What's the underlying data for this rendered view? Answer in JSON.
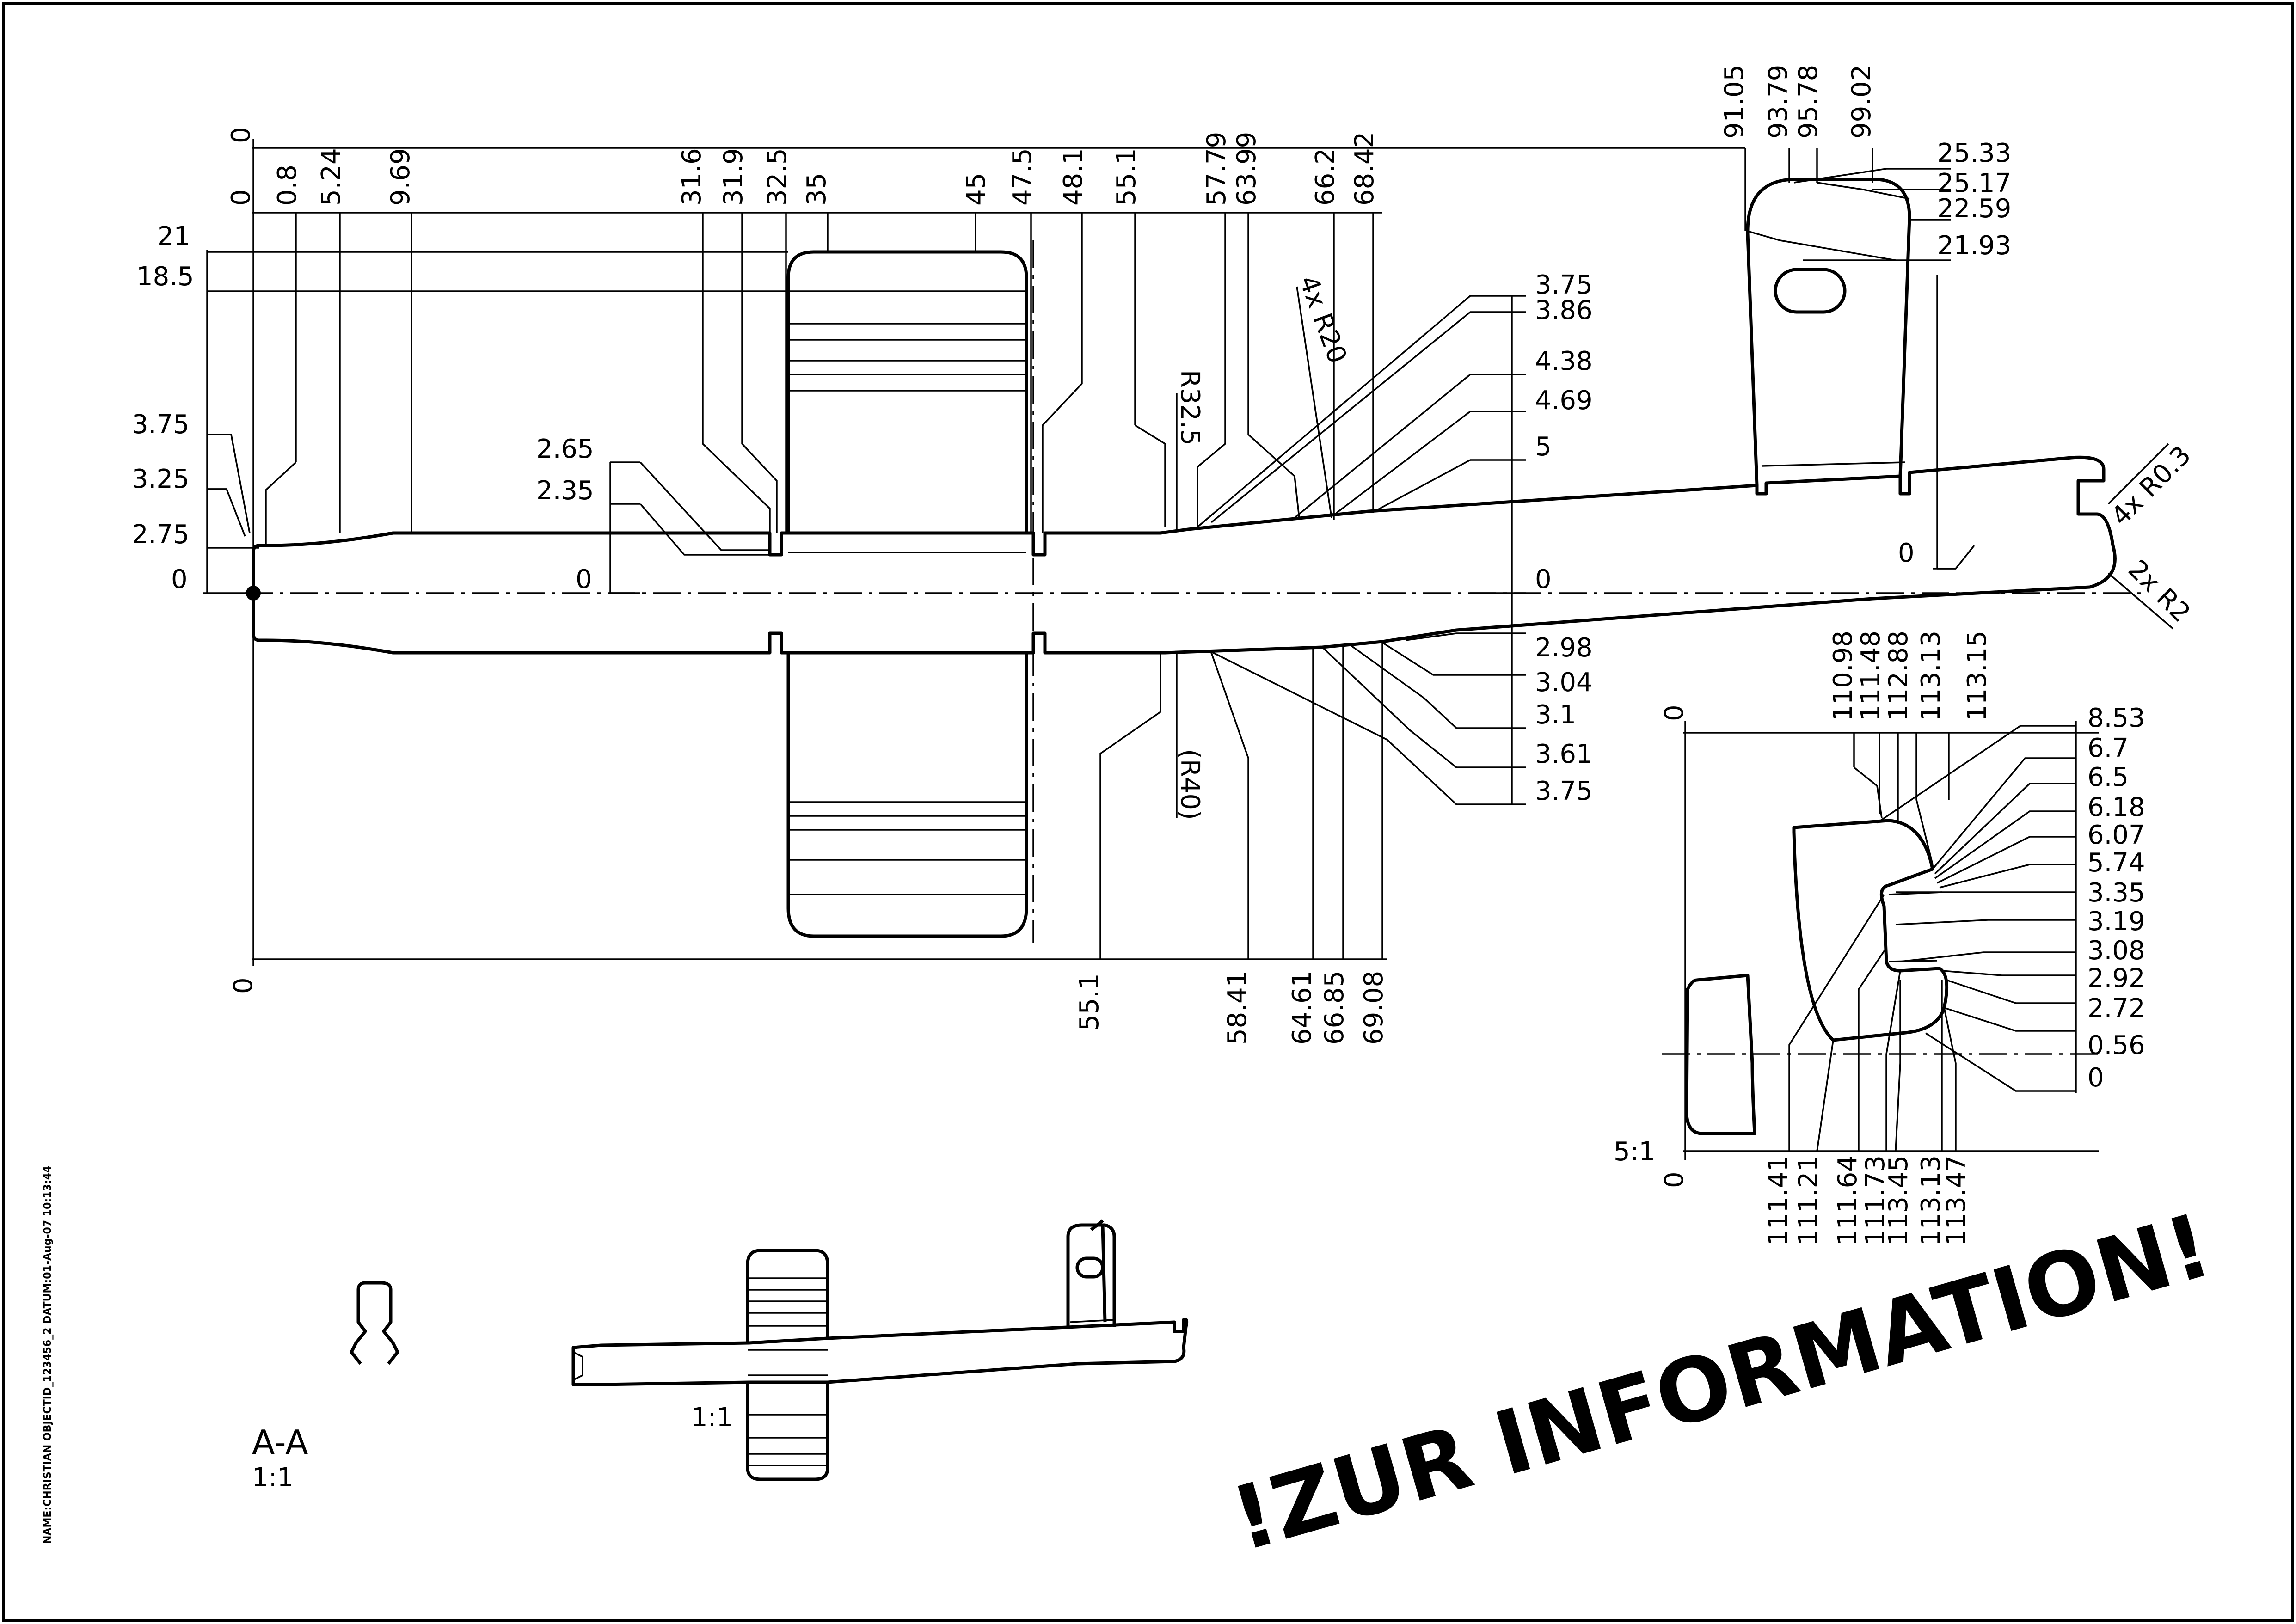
{
  "drawing": {
    "top_dims": [
      "0",
      "0.8",
      "5.24",
      "9.69",
      "31.6",
      "31.9",
      "32.5",
      "35",
      "45",
      "47.5",
      "48.1",
      "55.1",
      "57.79",
      "63.99",
      "66.2",
      "68.42",
      "91.05",
      "93.79",
      "95.78",
      "99.02"
    ],
    "top_origin": "0",
    "left_dims": [
      "21",
      "18.5",
      "3.75",
      "3.25",
      "2.75",
      "0"
    ],
    "inner_dims": [
      "2.65",
      "2.35",
      "0"
    ],
    "radius_labels": [
      "R32.5",
      "4x R20",
      "(R40)",
      "4x R0.3",
      "2x R2"
    ],
    "right_upper_dims": [
      "3.75",
      "3.86",
      "4.38",
      "4.69",
      "5",
      "0"
    ],
    "right_lower_dims": [
      "2.98",
      "3.04",
      "3.1",
      "3.61",
      "3.75"
    ],
    "tab_dims": [
      "25.33",
      "25.17",
      "22.59",
      "21.93",
      "0"
    ],
    "bottom_dims": [
      "0",
      "55.1",
      "58.41",
      "64.61",
      "66.85",
      "69.08"
    ],
    "detail": {
      "top_dims": [
        "0",
        "110.98",
        "111.48",
        "112.88",
        "113.13",
        "113.15"
      ],
      "right_dims": [
        "8.53",
        "6.7",
        "6.5",
        "6.18",
        "6.07",
        "5.74",
        "3.35",
        "3.19",
        "3.08",
        "2.92",
        "2.72",
        "0.56",
        "0"
      ],
      "bottom_dims": [
        "0",
        "111.41",
        "111.21",
        "111.64",
        "111.73",
        "113.45",
        "113.13",
        "113.47"
      ],
      "scale": "5:1"
    },
    "overview_scale": "1:1",
    "section_label": "A-A",
    "section_scale": "1:1",
    "stamp": "!ZUR INFORMATION!",
    "side_note": "NAME:CHRISTIAN OBJECTID_123456_2 DATUM:01-Aug-07 10:13:44"
  },
  "colors": {
    "line": "#000000",
    "background": "#ffffff"
  }
}
